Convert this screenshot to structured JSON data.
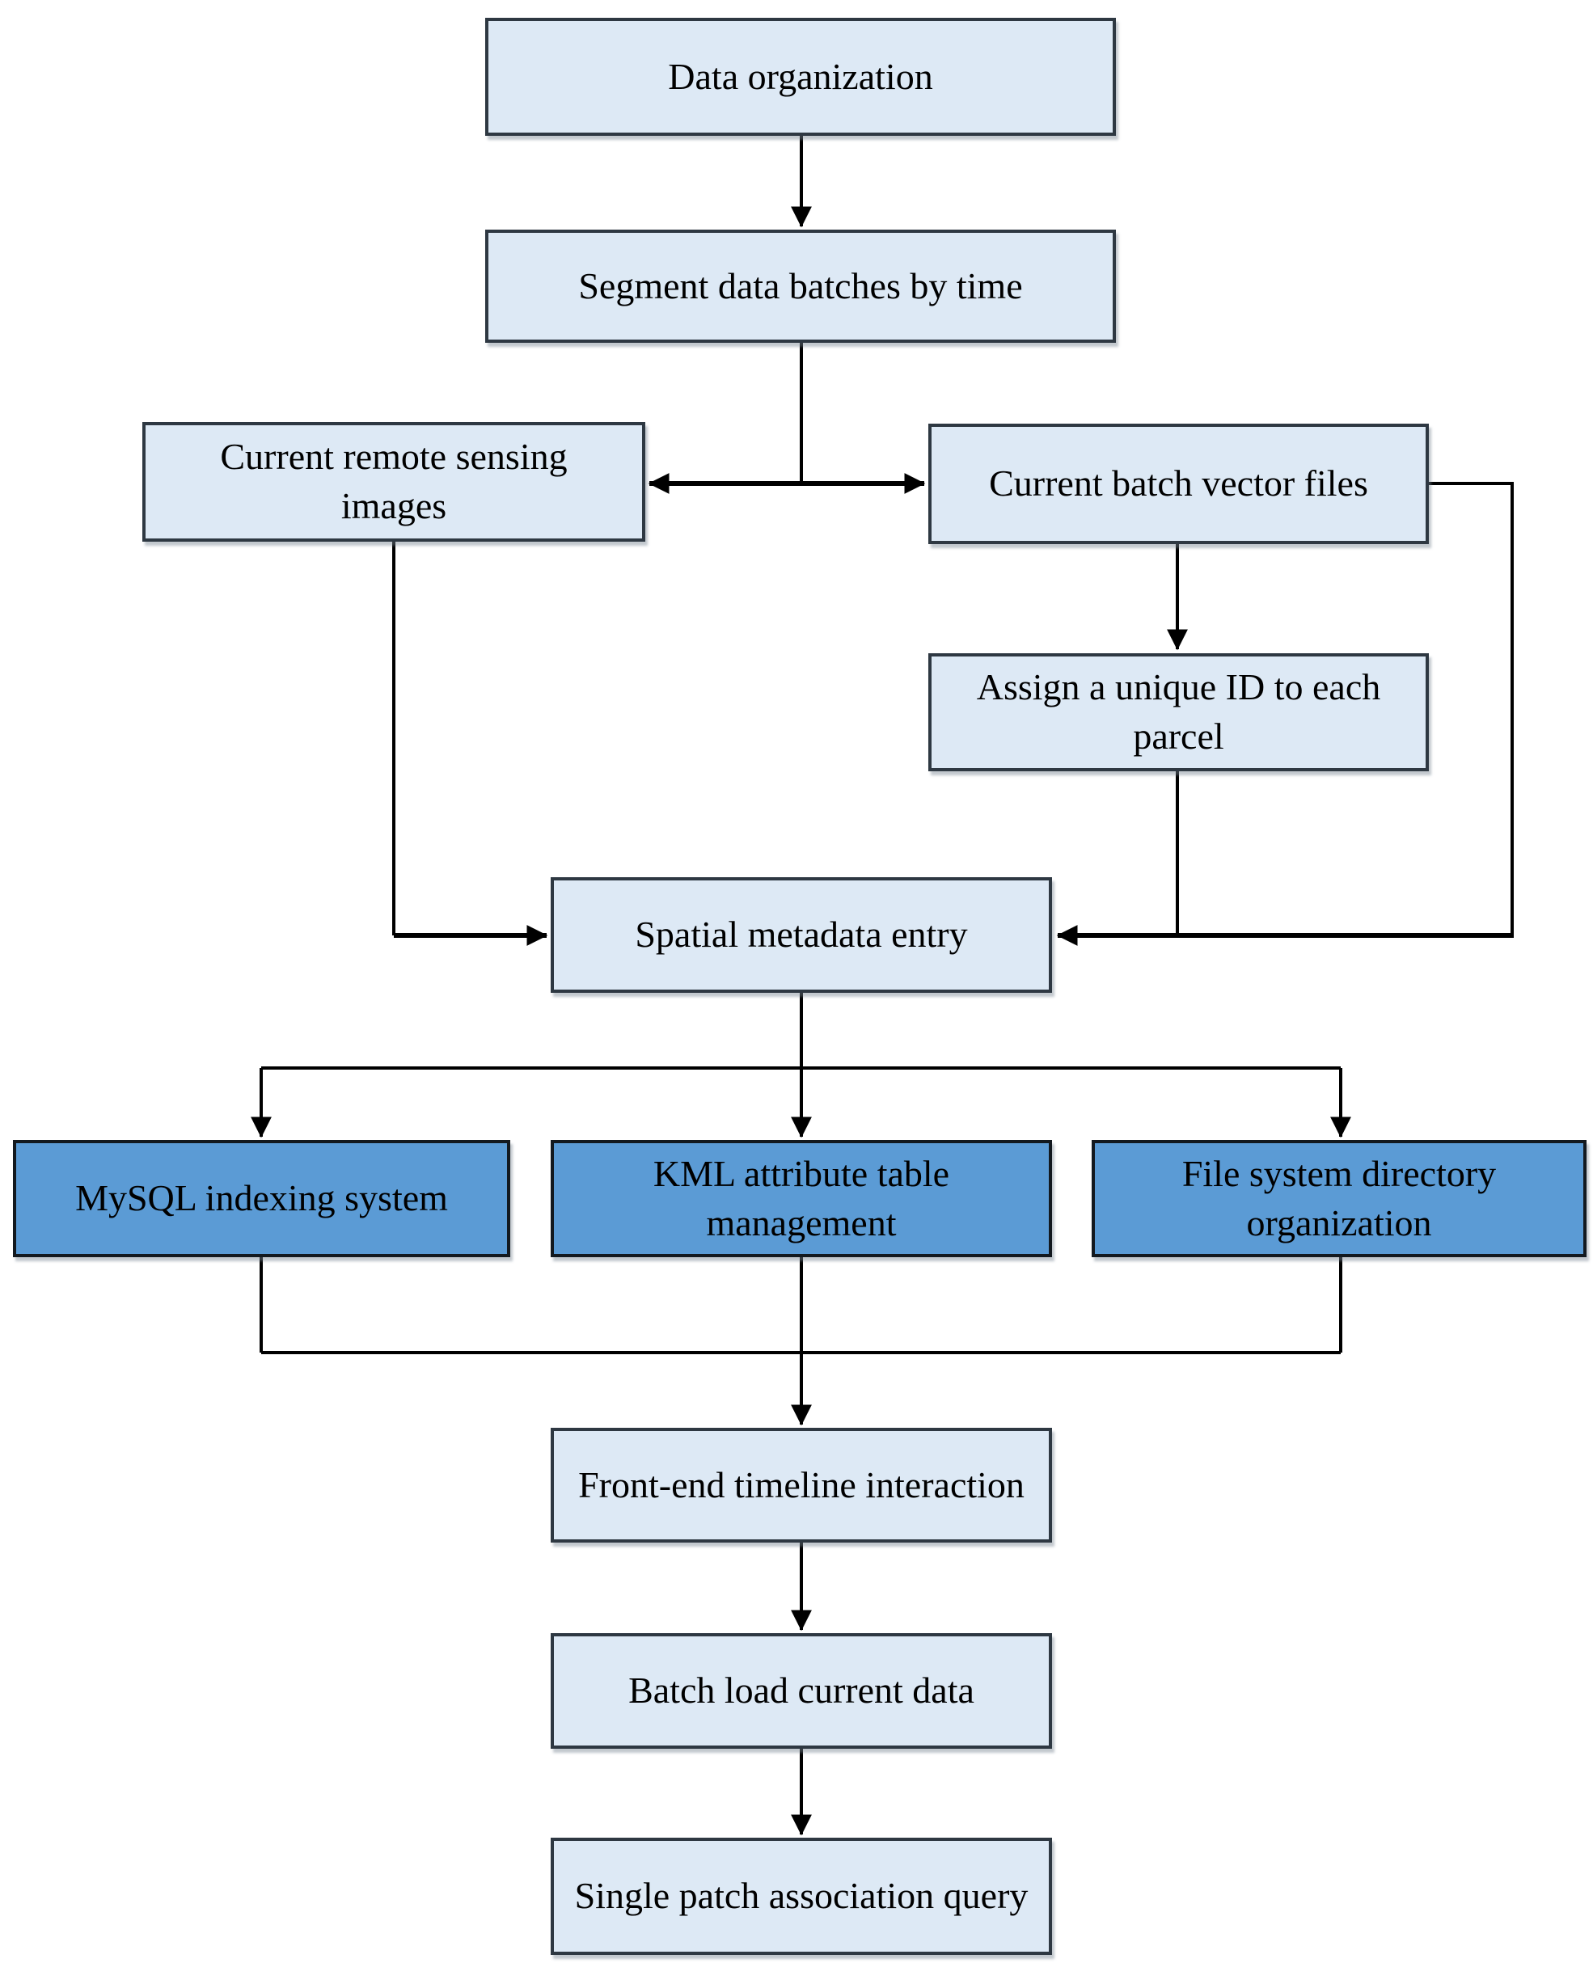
{
  "diagram": {
    "type": "flowchart",
    "colors": {
      "fill_light": "#dde9f5",
      "fill_accent": "#5b9bd5",
      "border_light": "#2e3842",
      "border_accent": "#13191f",
      "connector": "#000000",
      "text": "#000000"
    },
    "nodes": {
      "data_organization": {
        "label": "Data organization",
        "lines": [
          "Data organization"
        ],
        "style": "light"
      },
      "segment_data": {
        "label": "Segment data batches by time",
        "lines": [
          "Segment data batches by time"
        ],
        "style": "light"
      },
      "current_remote": {
        "label": "Current remote sensing images",
        "lines": [
          "Current remote sensing",
          "images"
        ],
        "style": "light"
      },
      "current_batch": {
        "label": "Current batch vector files",
        "lines": [
          "Current batch vector files"
        ],
        "style": "light"
      },
      "assign_id": {
        "label": "Assign a unique ID to each parcel",
        "lines": [
          "Assign a unique ID to each",
          "parcel"
        ],
        "style": "light"
      },
      "spatial_entry": {
        "label": "Spatial metadata entry",
        "lines": [
          "Spatial metadata entry"
        ],
        "style": "light"
      },
      "mysql_index": {
        "label": "MySQL indexing system",
        "lines": [
          "MySQL indexing system"
        ],
        "style": "accent"
      },
      "kml_table": {
        "label": "KML attribute table management",
        "lines": [
          "KML attribute table",
          "management"
        ],
        "style": "accent"
      },
      "file_directory": {
        "label": "File system directory organization",
        "lines": [
          "File system directory",
          "organization"
        ],
        "style": "accent"
      },
      "frontend_timeline": {
        "label": "Front-end timeline interaction",
        "lines": [
          "Front-end timeline interaction"
        ],
        "style": "light"
      },
      "batch_load": {
        "label": "Batch load current data",
        "lines": [
          "Batch load current data"
        ],
        "style": "light"
      },
      "single_patch": {
        "label": "Single patch association query",
        "lines": [
          "Single patch association query"
        ],
        "style": "light"
      }
    },
    "edges": [
      {
        "from": "data_organization",
        "to": "segment_data"
      },
      {
        "from": "segment_data",
        "to": "current_remote"
      },
      {
        "from": "segment_data",
        "to": "current_batch"
      },
      {
        "from": "current_batch",
        "to": "assign_id"
      },
      {
        "from": "current_remote",
        "to": "spatial_entry"
      },
      {
        "from": "assign_id",
        "to": "spatial_entry"
      },
      {
        "from": "current_batch",
        "to": "spatial_entry"
      },
      {
        "from": "spatial_entry",
        "to": "mysql_index"
      },
      {
        "from": "spatial_entry",
        "to": "kml_table"
      },
      {
        "from": "spatial_entry",
        "to": "file_directory"
      },
      {
        "from": "mysql_index",
        "to": "frontend_timeline"
      },
      {
        "from": "kml_table",
        "to": "frontend_timeline"
      },
      {
        "from": "file_directory",
        "to": "frontend_timeline"
      },
      {
        "from": "frontend_timeline",
        "to": "batch_load"
      },
      {
        "from": "batch_load",
        "to": "single_patch"
      }
    ]
  }
}
